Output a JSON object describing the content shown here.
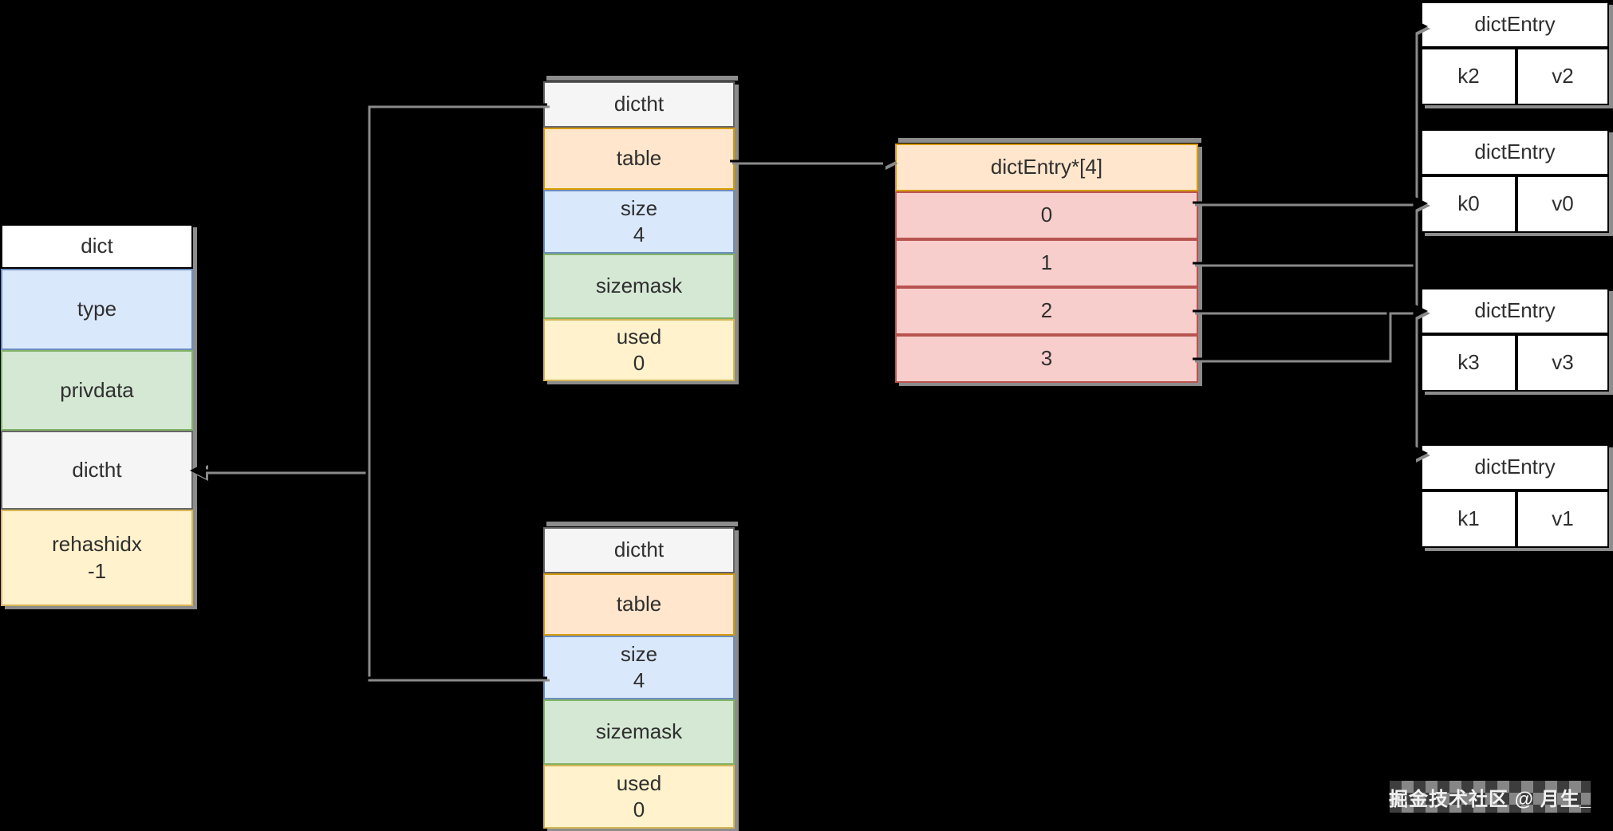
{
  "diagram": {
    "dict": {
      "title": "dict",
      "cells": {
        "type": "type",
        "privdata": "privdata",
        "dictht": "dictht",
        "rehashidx_label": "rehashidx",
        "rehashidx_value": "-1"
      }
    },
    "ht0": {
      "title": "dictht",
      "table": "table",
      "size_label": "size",
      "size_value": "4",
      "sizemask": "sizemask",
      "used_label": "used",
      "used_value": "0"
    },
    "ht1": {
      "title": "dictht",
      "table": "table",
      "size_label": "size",
      "size_value": "4",
      "sizemask": "sizemask",
      "used_label": "used",
      "used_value": "0"
    },
    "bucket_array": {
      "title": "dictEntry*[4]",
      "rows": [
        "0",
        "1",
        "2",
        "3"
      ]
    },
    "entries": [
      {
        "title": "dictEntry",
        "key": "k2",
        "value": "v2"
      },
      {
        "title": "dictEntry",
        "key": "k0",
        "value": "v0"
      },
      {
        "title": "dictEntry",
        "key": "k3",
        "value": "v3"
      },
      {
        "title": "dictEntry",
        "key": "k1",
        "value": "v1"
      }
    ],
    "watermark": "掘金技术社区 @ 月生_"
  },
  "colors": {
    "background": "#000000",
    "shadow": "#8c8c8c",
    "white_fill": "#ffffff",
    "black_stroke": "#000000",
    "gray_fill": "#f5f5f5",
    "gray_stroke": "#666666",
    "blue_fill": "#dae8fc",
    "blue_stroke": "#6c8ebf",
    "green_fill": "#d5e8d4",
    "green_stroke": "#82b366",
    "orange_fill": "#ffe6cc",
    "orange_stroke": "#d79b00",
    "yellow_fill": "#fff2cc",
    "yellow_stroke": "#d6b656",
    "pink_fill": "#f8cecc",
    "pink_stroke": "#b85450"
  }
}
